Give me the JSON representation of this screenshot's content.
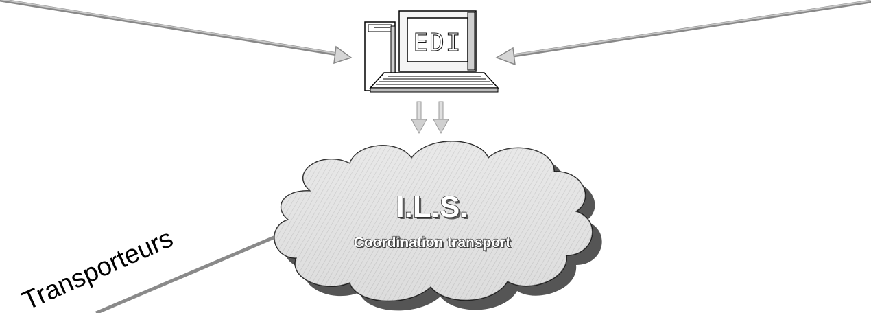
{
  "computer": {
    "screen_text": "EDI"
  },
  "cloud": {
    "title": "I.L.S.",
    "subtitle": "Coordination transport"
  },
  "labels": {
    "transporteurs": "Transporteurs"
  }
}
